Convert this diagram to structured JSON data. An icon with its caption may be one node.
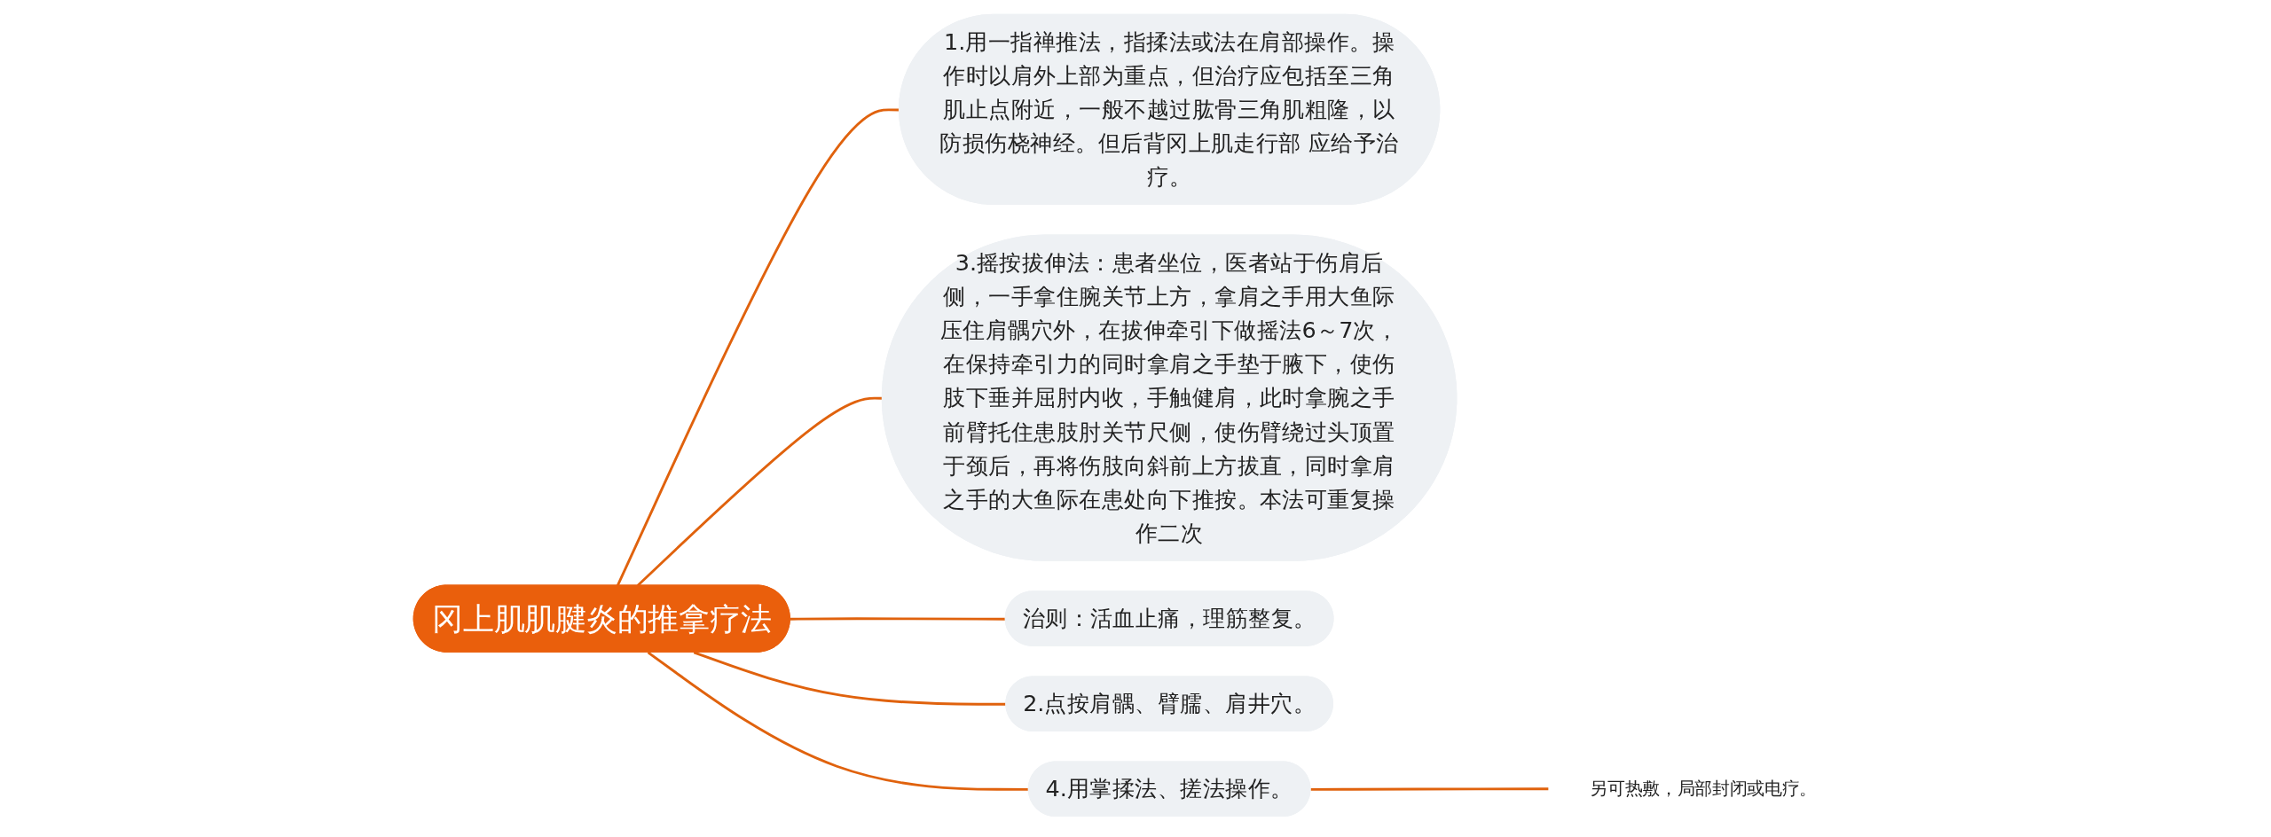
{
  "diagram": {
    "nodes": [
      {
        "text": [
          "冈上肌肌腱炎的推拿疗法"
        ]
      },
      {
        "text": [
          "1.用一指禅推法，指揉法或法在肩部操作。操作时以肩外上部为重点，但治疗应包括至三角肌止点附近，一般不越过肱骨三角肌粗隆，以防损伤桡神经。但后背冈上肌走行部 应给予治疗。"
        ]
      },
      {
        "text": [
          "3.摇按拔伸法：患者坐位，医者站于伤肩后侧，一手拿住腕关节上方，拿肩之手用大鱼际压住肩髃穴外，在拔伸牵引下做摇法6～7次，在保持牵引力的同时拿肩之手垫于腋下，使伤肢下垂并屈肘内收，手触健肩，此时拿腕之手前臂托住患肢肘关节尺侧，使伤臂绕过头顶置于颈后，再将伤肢向斜前上方拔直，同时拿肩之手的大鱼际在患处向下推按。本法可重复操作二次"
        ]
      },
      {
        "text": [
          "治则：活血止痛，理筋整复。"
        ]
      },
      {
        "text": [
          "2.点按肩髃、臂臑、肩井穴。"
        ]
      },
      {
        "text": [
          "4.用掌揉法、搓法操作。"
        ]
      },
      {
        "text": [
          "另可热敷，局部封闭或电疗。"
        ]
      }
    ],
    "edges": [
      {
        "from": 0,
        "to": 1,
        "arrow": "none"
      },
      {
        "from": 0,
        "to": 2,
        "arrow": "none"
      },
      {
        "from": 0,
        "to": 3,
        "arrow": "none"
      },
      {
        "from": 0,
        "to": 4,
        "arrow": "none"
      },
      {
        "from": 0,
        "to": 5,
        "arrow": "none"
      },
      {
        "from": 5,
        "to": 6,
        "arrow": "none"
      }
    ]
  }
}
